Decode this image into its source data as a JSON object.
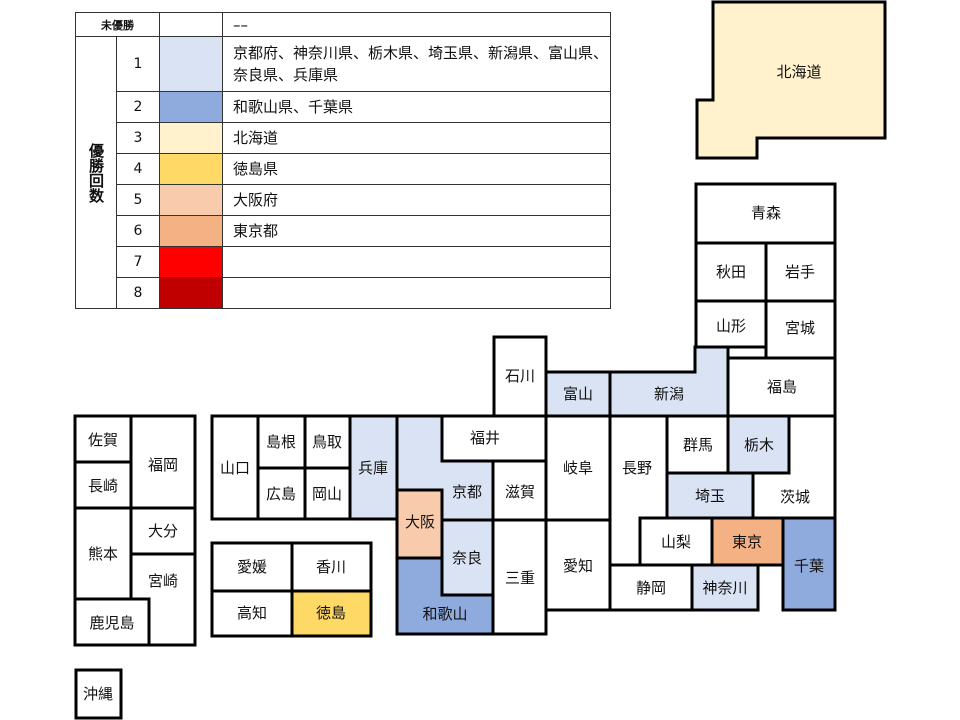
{
  "legend": {
    "no_win_label": "未優勝",
    "no_win_value": "––",
    "axis_label": "優勝回数",
    "rows": [
      {
        "count": "1",
        "color": "#dae3f3",
        "prefectures": "京都府、神奈川県、栃木県、埼玉県、新潟県、富山県、奈良県、兵庫県"
      },
      {
        "count": "2",
        "color": "#8faadc",
        "prefectures": "和歌山県、千葉県"
      },
      {
        "count": "3",
        "color": "#fff2cc",
        "prefectures": "北海道"
      },
      {
        "count": "4",
        "color": "#ffd966",
        "prefectures": "徳島県"
      },
      {
        "count": "5",
        "color": "#f8cbad",
        "prefectures": "大阪府"
      },
      {
        "count": "6",
        "color": "#f4b183",
        "prefectures": "東京都"
      },
      {
        "count": "7",
        "color": "#ff0000",
        "prefectures": ""
      },
      {
        "count": "8",
        "color": "#c00000",
        "prefectures": ""
      }
    ]
  },
  "prefectures": {
    "hokkaido": {
      "name": "北海道",
      "wins": 3
    },
    "aomori": {
      "name": "青森",
      "wins": 0
    },
    "akita": {
      "name": "秋田",
      "wins": 0
    },
    "iwate": {
      "name": "岩手",
      "wins": 0
    },
    "yamagata": {
      "name": "山形",
      "wins": 0
    },
    "miyagi": {
      "name": "宮城",
      "wins": 0
    },
    "fukushima": {
      "name": "福島",
      "wins": 0
    },
    "niigata": {
      "name": "新潟",
      "wins": 1
    },
    "toyama": {
      "name": "富山",
      "wins": 1
    },
    "ishikawa": {
      "name": "石川",
      "wins": 0
    },
    "fukui": {
      "name": "福井",
      "wins": 0
    },
    "gifu": {
      "name": "岐阜",
      "wins": 0
    },
    "nagano": {
      "name": "長野",
      "wins": 0
    },
    "gunma": {
      "name": "群馬",
      "wins": 0
    },
    "tochigi": {
      "name": "栃木",
      "wins": 1
    },
    "ibaraki": {
      "name": "茨城",
      "wins": 0
    },
    "saitama": {
      "name": "埼玉",
      "wins": 1
    },
    "yamanashi": {
      "name": "山梨",
      "wins": 0
    },
    "tokyo": {
      "name": "東京",
      "wins": 6
    },
    "chiba": {
      "name": "千葉",
      "wins": 2
    },
    "shizuoka": {
      "name": "静岡",
      "wins": 0
    },
    "kanagawa": {
      "name": "神奈川",
      "wins": 1
    },
    "aichi": {
      "name": "愛知",
      "wins": 0
    },
    "shiga": {
      "name": "滋賀",
      "wins": 0
    },
    "mie": {
      "name": "三重",
      "wins": 0
    },
    "kyoto": {
      "name": "京都",
      "wins": 1
    },
    "osaka": {
      "name": "大阪",
      "wins": 5
    },
    "nara": {
      "name": "奈良",
      "wins": 1
    },
    "wakayama": {
      "name": "和歌山",
      "wins": 2
    },
    "hyogo": {
      "name": "兵庫",
      "wins": 1
    },
    "tottori": {
      "name": "鳥取",
      "wins": 0
    },
    "shimane": {
      "name": "島根",
      "wins": 0
    },
    "okayama": {
      "name": "岡山",
      "wins": 0
    },
    "hiroshima": {
      "name": "広島",
      "wins": 0
    },
    "yamaguchi": {
      "name": "山口",
      "wins": 0
    },
    "ehime": {
      "name": "愛媛",
      "wins": 0
    },
    "kagawa": {
      "name": "香川",
      "wins": 0
    },
    "kochi": {
      "name": "高知",
      "wins": 0
    },
    "tokushima": {
      "name": "徳島",
      "wins": 4
    },
    "saga": {
      "name": "佐賀",
      "wins": 0
    },
    "fukuoka": {
      "name": "福岡",
      "wins": 0
    },
    "nagasaki": {
      "name": "長崎",
      "wins": 0
    },
    "kumamoto": {
      "name": "熊本",
      "wins": 0
    },
    "oita": {
      "name": "大分",
      "wins": 0
    },
    "miyazaki": {
      "name": "宮崎",
      "wins": 0
    },
    "kagoshima": {
      "name": "鹿児島",
      "wins": 0
    },
    "okinawa": {
      "name": "沖縄",
      "wins": 0
    }
  }
}
